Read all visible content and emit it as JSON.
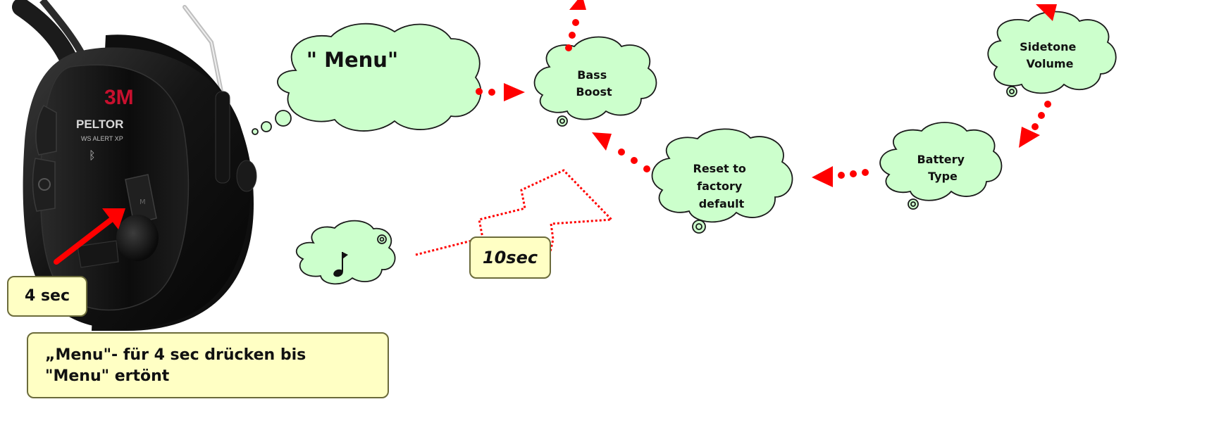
{
  "device": {
    "brand_logo": "3M",
    "model_name": "PELTOR",
    "model_sub": "WS ALERT XP"
  },
  "clouds": {
    "menu": " \" Menu\"",
    "bass_boost": [
      "Bass",
      "Boost"
    ],
    "sidetone_volume": [
      "Sidetone",
      "Volume"
    ],
    "battery_type": [
      "Battery",
      "Type"
    ],
    "reset": [
      "Reset to",
      "factory",
      "default"
    ],
    "tone_icon": "music-note-icon"
  },
  "labels": {
    "hold_time": "4 sec",
    "timeout": "10sec",
    "instruction_line1": "„Menu\"- für 4 sec drücken bis",
    "instruction_line2": "\"Menu\" ertönt"
  },
  "colors": {
    "cloud_fill": "#ccffcc",
    "cloud_stroke": "#1a1a1a",
    "arrow": "#ff0000",
    "label_fill": "#ffffc4"
  }
}
